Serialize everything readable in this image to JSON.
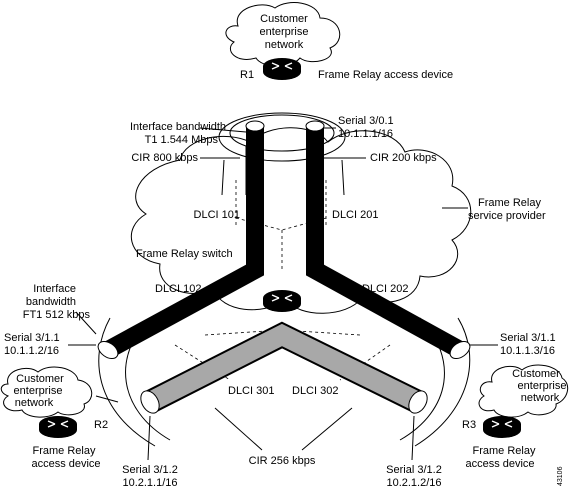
{
  "devices": {
    "r1": {
      "label": "R1",
      "role": "Frame Relay access device",
      "cloud": [
        "Customer",
        "enterprise",
        "network"
      ]
    },
    "r2": {
      "label": "R2",
      "role": [
        "Frame Relay",
        "access device"
      ],
      "cloud": [
        "Customer",
        "enterprise",
        "network"
      ]
    },
    "r3": {
      "label": "R3",
      "role": [
        "Frame Relay",
        "access device"
      ],
      "cloud": [
        "Customer",
        "enterprise",
        "network"
      ]
    }
  },
  "provider": {
    "label": [
      "Frame Relay",
      "service provider"
    ],
    "switch_label": "Frame Relay switch"
  },
  "interfaces": {
    "r1_bandwidth": [
      "Interface bandwidth",
      "T1 1.544 Mbps"
    ],
    "r1_serial": [
      "Serial 3/0.1",
      "10.1.1.1/16"
    ],
    "r2_bandwidth": [
      "Interface",
      "bandwidth",
      "FT1 512 kbps"
    ],
    "r2_serial_a": [
      "Serial 3/1.1",
      "10.1.1.2/16"
    ],
    "r2_serial_b": [
      "Serial 3/1.2",
      "10.2.1.1/16"
    ],
    "r3_serial_a": [
      "Serial 3/1.1",
      "10.1.1.3/16"
    ],
    "r3_serial_b": [
      "Serial 3/1.2",
      "10.2.1.2/16"
    ]
  },
  "cir": {
    "left": "CIR 800 kbps",
    "right": "CIR 200 kbps",
    "bottom": "CIR 256 kbps"
  },
  "dlci": {
    "d101": "DLCI 101",
    "d201": "DLCI 201",
    "d102": "DLCI 102",
    "d202": "DLCI 202",
    "d301": "DLCI 301",
    "d302": "DLCI 302"
  },
  "figure_id": "43106",
  "colors": {
    "pvc_primary": "#000000",
    "pvc_secondary": "#a8a8a8",
    "outline": "#000000",
    "background": "#ffffff"
  }
}
